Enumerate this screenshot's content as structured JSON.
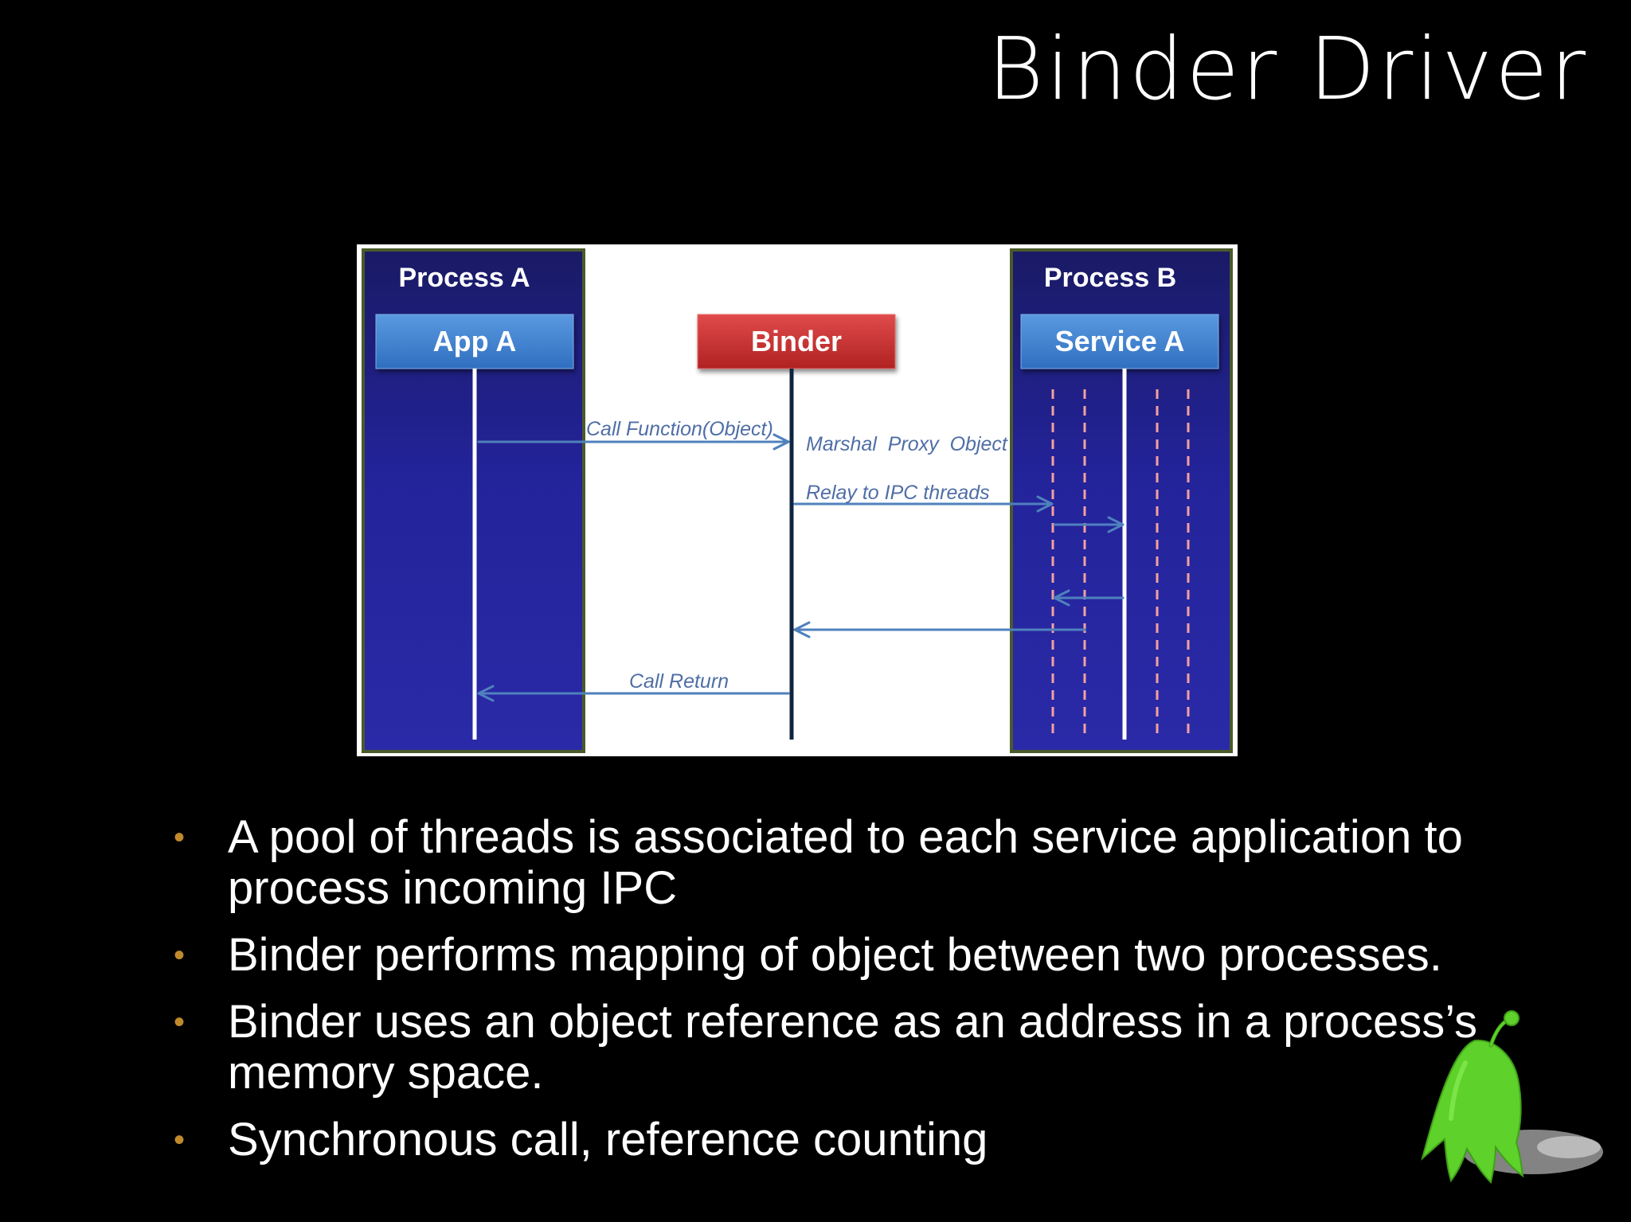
{
  "slide": {
    "title": "Binder Driver"
  },
  "diagram": {
    "process_a": {
      "title": "Process A",
      "component": "App A"
    },
    "binder": {
      "label": "Binder"
    },
    "process_b": {
      "title": "Process B",
      "component": "Service A"
    },
    "arrows": {
      "call_function": "Call Function(Object)",
      "marshal_proxy": "Marshal  Proxy  Object",
      "relay_ipc": "Relay to IPC threads",
      "call_return": "Call Return"
    }
  },
  "bullets": [
    "A pool of threads is associated to each service application to process incoming IPC",
    "Binder performs mapping of object between two processes.",
    "Binder uses an object reference as an address in a process’s memory space.",
    "Synchronous call, reference counting"
  ],
  "colors": {
    "background": "#000000",
    "process_panel": "#25259a",
    "component_box": "#3d7fce",
    "binder_box": "#c83232",
    "arrow": "#4f81bd",
    "thread_line": "#f4a0a0",
    "bullet": "#c08a2c",
    "mascot": "#5ed12a"
  }
}
